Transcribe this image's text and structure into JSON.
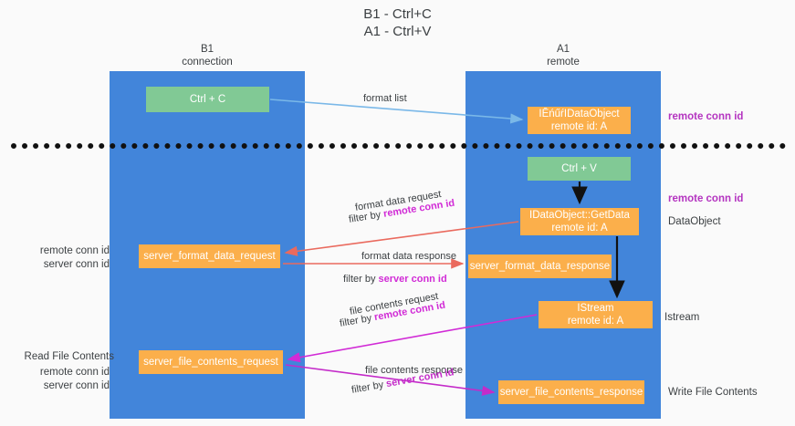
{
  "title": {
    "line1": "B1 - Ctrl+C",
    "line2": "A1 - Ctrl+V"
  },
  "lanes": [
    {
      "id": "b1",
      "name": "B1",
      "sub": "connection",
      "color": "#4285da"
    },
    {
      "id": "a1",
      "name": "A1",
      "sub": "remote",
      "color": "#4285da"
    }
  ],
  "nodes": {
    "ctrl_c": {
      "label": "Ctrl + C",
      "color": "#81c995"
    },
    "idataobject": {
      "line1": "IĒńűŕIDataObject",
      "line2": "remote id: A",
      "color": "#fbaf4b"
    },
    "ctrl_v": {
      "label": "Ctrl + V",
      "color": "#81c995"
    },
    "getdata": {
      "line1": "IDataObject::GetData",
      "line2": "remote id: A",
      "color": "#fbaf4b"
    },
    "server_format_data_request": {
      "label": "server_format_data_request",
      "color": "#fbaf4b"
    },
    "server_format_data_response": {
      "label": "server_format_data_response",
      "color": "#fbaf4b"
    },
    "istream": {
      "line1": "IStream",
      "line2": "remote id: A",
      "color": "#fbaf4b"
    },
    "server_file_contents_request": {
      "label": "server_file_contents_request",
      "color": "#fbaf4b"
    },
    "server_file_contents_response": {
      "label": "server_file_contents_response",
      "color": "#fbaf4b"
    }
  },
  "edges": [
    {
      "id": "format_list",
      "label": "format list",
      "color": "#7ab8e8"
    },
    {
      "id": "format_data_request",
      "label": "format data request",
      "filter_prefix": "filter by ",
      "filter_id": "remote conn id",
      "color": "#ea6a5e"
    },
    {
      "id": "format_data_response",
      "label": "format data response",
      "filter_prefix": "filter by ",
      "filter_id": "server conn id",
      "color": "#ea6a5e"
    },
    {
      "id": "file_contents_request",
      "label": "file contents request",
      "filter_prefix": "filter by ",
      "filter_id": "remote conn id",
      "color": "#d12bd6"
    },
    {
      "id": "file_contents_response",
      "label": "file contents response",
      "filter_prefix": "filter by ",
      "filter_id": "server conn id",
      "color": "#c42bc9"
    }
  ],
  "annotations": {
    "right": [
      {
        "id": "remote-conn-id-1",
        "text": "remote conn id",
        "color": "#b434c0"
      },
      {
        "id": "remote-conn-id-2",
        "text": "remote conn id",
        "color": "#b434c0"
      },
      {
        "id": "dataobject",
        "text": "DataObject",
        "color": "#3c4043"
      },
      {
        "id": "istream",
        "text": "Istream",
        "color": "#3c4043"
      },
      {
        "id": "write-file-contents",
        "text": "Write File Contents",
        "color": "#3c4043"
      }
    ],
    "left": {
      "remote_conn_id": "remote conn id",
      "server_conn_id": "server conn id",
      "read_file_contents": "Read File Contents"
    }
  },
  "colors": {
    "lane": "#4285da",
    "green_node": "#81c995",
    "orange_node": "#fbaf4b",
    "pink": "#b434c0",
    "green_text": "#5a9c6e",
    "red_arrow": "#ea6a5e",
    "blue_arrow": "#7ab8e8",
    "magenta_arrow": "#d12bd6",
    "black": "#111111",
    "background": "#fafafa"
  }
}
